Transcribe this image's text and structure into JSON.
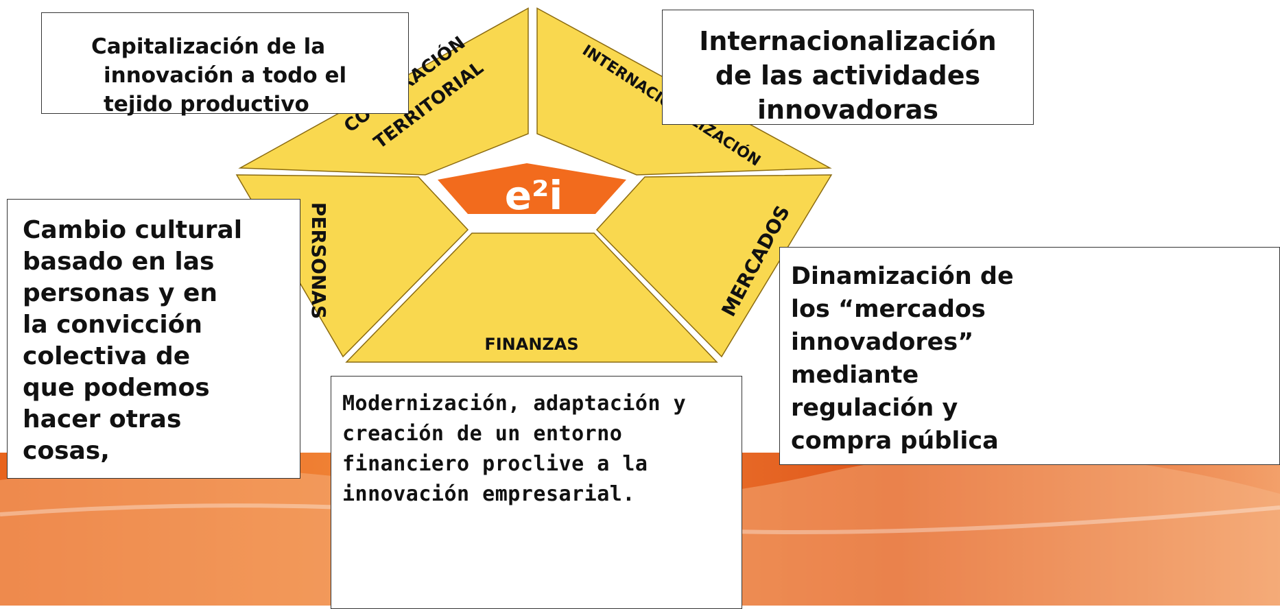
{
  "diagram": {
    "center_label": "e²i",
    "segments": {
      "top_left": "COOPERACIÓN TERRITORIAL",
      "top_left_line1": "COOPERACIÓN",
      "top_left_line2": "TERRITORIAL",
      "top_right": "INTERNACIONALIZACIÓN",
      "left": "PERSONAS",
      "right": "MERCADOS",
      "bottom": "FINANZAS"
    },
    "boxes": {
      "capitalizacion": "Capitalización de la\ninnovación a todo el\ntejido productivo",
      "internacionalizacion": "Internacionalización\nde las actividades\ninnovadoras",
      "cambio_cultural": "Cambio cultural\nbasado en las\npersonas y en\nla convicción\ncolectiva de\nque podemos\nhacer otras\ncosas,",
      "dinamizacion": "Dinamización de\nlos “mercados\ninnovadores”\nmediante\nregulación y\ncompra pública",
      "modernizacion": "Modernización, adaptación y\ncreación de un entorno\nfinanciero proclive a la\ninnovación empresarial."
    },
    "colors": {
      "segment_fill": "#f9d84f",
      "segment_stroke": "#8a6a10",
      "center_fill": "#f26b1d",
      "band_orange": "#e8641c"
    }
  }
}
